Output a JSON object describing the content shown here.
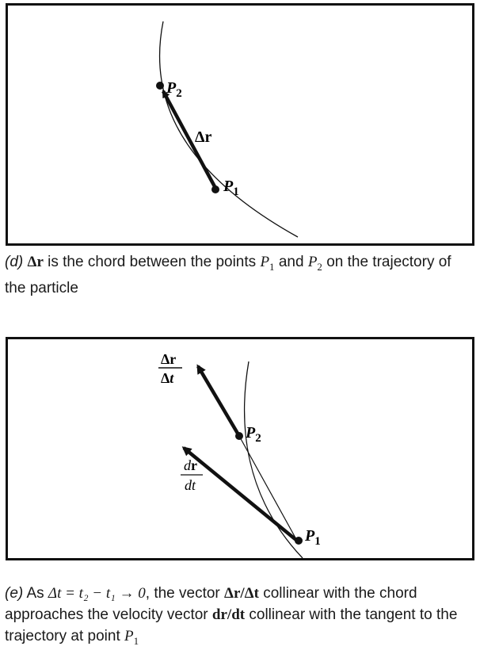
{
  "panel_d": {
    "point_p1": {
      "symbol": "P",
      "subscript": "1"
    },
    "point_p2": {
      "symbol": "P",
      "subscript": "2"
    },
    "delta_r": {
      "symbol": "Δ",
      "vector": "r"
    }
  },
  "caption_d": {
    "label": "(d)",
    "part1": " ",
    "dr_delta": "Δ",
    "dr_r": "r",
    "part2": " is the chord between the points ",
    "p1": "P",
    "p1_sub": "1",
    "part3": " and ",
    "p2": "P",
    "p2_sub": "2",
    "part4": " on the trajectory of the particle"
  },
  "panel_e": {
    "point_p1": {
      "symbol": "P",
      "subscript": "1"
    },
    "point_p2": {
      "symbol": "P",
      "subscript": "2"
    },
    "avg_velocity": {
      "num_delta": "Δ",
      "num_r": "r",
      "den_delta": "Δ",
      "den_t": "t"
    },
    "inst_velocity": {
      "num_d": "d",
      "num_r": "r",
      "den": "dt"
    }
  },
  "caption_e": {
    "label": "(e)",
    "text1": " As ",
    "eq": "Δt = t₂ − t₁ → 0",
    "text2": ", the vector ",
    "ratio": "Δr/Δt",
    "text3": " collinear with the chord approaches the velocity vector ",
    "deriv": "dr/dt",
    "text4": " collinear with the tangent to the trajectory at point ",
    "p1": "P",
    "p1_sub": "1"
  }
}
